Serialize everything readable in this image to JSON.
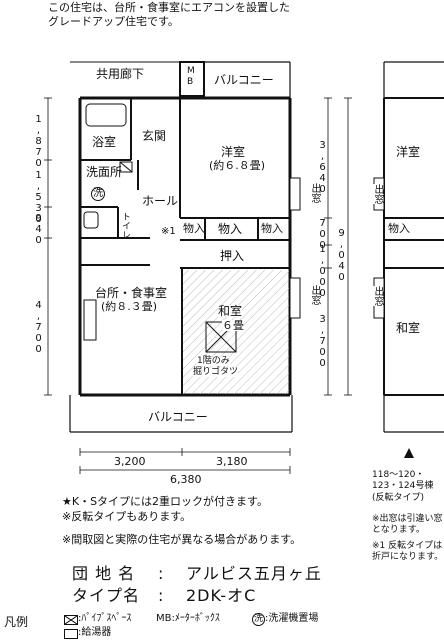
{
  "header": {
    "line1": "この住宅は、台所・食事室にエアコンを設置した",
    "line2": "グレードアップ住宅です。"
  },
  "rooms": {
    "corridor": "共用廊下",
    "mb": "M\nB",
    "balcony_top": "バルコニー",
    "bath": "浴室",
    "entrance": "玄関",
    "western": "洋室",
    "western_size": "(約６.８畳)",
    "washroom": "洗面所",
    "wash_mark": "洗",
    "hall": "ホール",
    "toilet": "トイレ",
    "storage1": "物入",
    "storage2": "物入",
    "storage3": "物入",
    "storage4": "物入",
    "note_mark": "※1",
    "oshiire": "押入",
    "kitchen": "台所・食事室",
    "kitchen_size": "(約８.３畳)",
    "japanese": "和室",
    "japanese_size": "６畳",
    "kotatsu1": "1階のみ",
    "kotatsu2": "掘りゴタツ",
    "balcony_bottom": "バルコニー",
    "window_a": "出窓",
    "window_b": "出窓",
    "right_western": "洋室",
    "right_japanese": "和室",
    "right_window1": "出窓",
    "right_window2": "出窓"
  },
  "dimensions": {
    "left": [
      "1,870",
      "1,530",
      "940",
      "4,700"
    ],
    "right": [
      "3,640",
      "1,000",
      "700",
      "3,700"
    ],
    "total_right": "9,040",
    "bottom_left": "3,200",
    "bottom_right": "3,180",
    "bottom_total": "6,380"
  },
  "right_notes": {
    "buildings": "118～120・\n123・124号棟\n(反転タイプ)",
    "note1": "※出窓は引違い窓\nとなります。",
    "note2": "※1 反転タイプは\n折戸になります。"
  },
  "notes": [
    "★K・Sタイプには2重ロックが付きます。",
    "※反転タイプもあります。",
    "※間取図と実際の住宅が異なる場合があります。"
  ],
  "info": {
    "danchi_label": "団 地 名",
    "danchi_value": "アルビス五月ヶ丘",
    "type_label": "タイプ名",
    "type_value": "2DK-オC",
    "colon": ":"
  },
  "legend": {
    "title": "凡例",
    "pipe": ":ﾊﾟｲﾌﾟｽﾍﾟｰｽ",
    "mb": "MB:ﾒｰﾀｰﾎﾞｯｸｽ",
    "wash_mark": "洗",
    "wash": ":洗濯機置場",
    "heater": ":給湯器"
  }
}
